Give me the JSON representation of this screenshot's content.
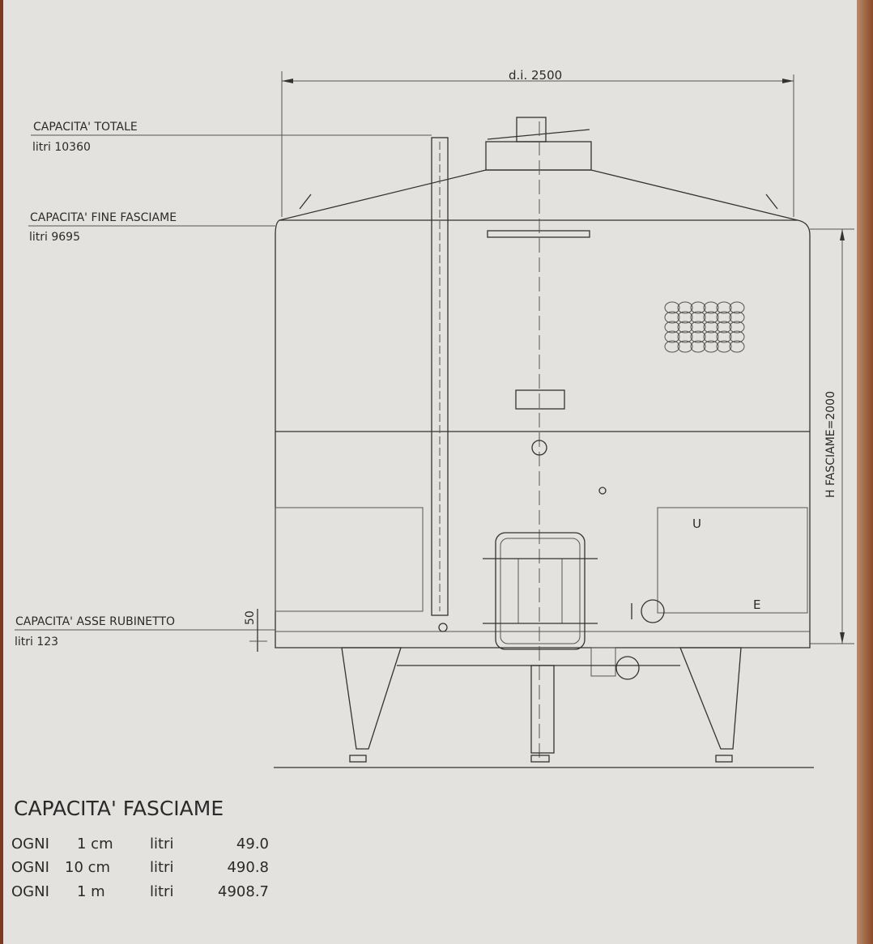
{
  "dimensions": {
    "diameter": "d.i. 2500",
    "height": "H FASCIAME=2000",
    "tap_offset": "50"
  },
  "capacity_labels": [
    {
      "title": "CAPACITA' TOTALE",
      "value": "litri 10360"
    },
    {
      "title": "CAPACITA' FINE FASCIAME",
      "value": "litri 9695"
    },
    {
      "title": "CAPACITA' ASSE RUBINETTO",
      "value": "litri 123"
    }
  ],
  "markers": {
    "u": "U",
    "e": "E"
  },
  "shell_capacity": {
    "title": "CAPACITA' FASCIAME",
    "rows": [
      {
        "prefix": "OGNI",
        "step": "1 cm",
        "unit": "litri",
        "value": "49.0"
      },
      {
        "prefix": "OGNI",
        "step": "10 cm",
        "unit": "litri",
        "value": "490.8"
      },
      {
        "prefix": "OGNI",
        "step": "1 m",
        "unit": "litri",
        "value": "4908.7"
      }
    ]
  }
}
